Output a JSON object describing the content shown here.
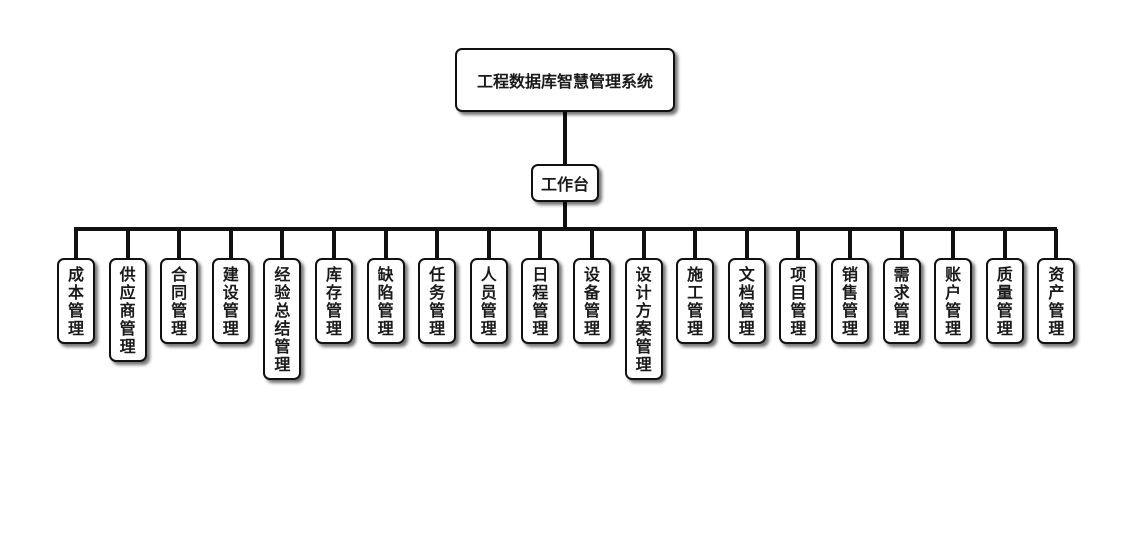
{
  "diagram": {
    "root": {
      "label": "工程数据库智慧管理系统"
    },
    "hub": {
      "label": "工作台"
    },
    "modules": [
      "成本管理",
      "供应商管理",
      "合同管理",
      "建设管理",
      "经验总结管理",
      "库存管理",
      "缺陷管理",
      "任务管理",
      "人员管理",
      "日程管理",
      "设备管理",
      "设计方案管理",
      "施工管理",
      "文档管理",
      "项目管理",
      "销售管理",
      "需求管理",
      "账户管理",
      "质量管理",
      "资产管理"
    ]
  },
  "colors": {
    "line": "#111111",
    "box_border": "#111111",
    "box_fill": "#ffffff",
    "text": "#1a1a1a"
  }
}
